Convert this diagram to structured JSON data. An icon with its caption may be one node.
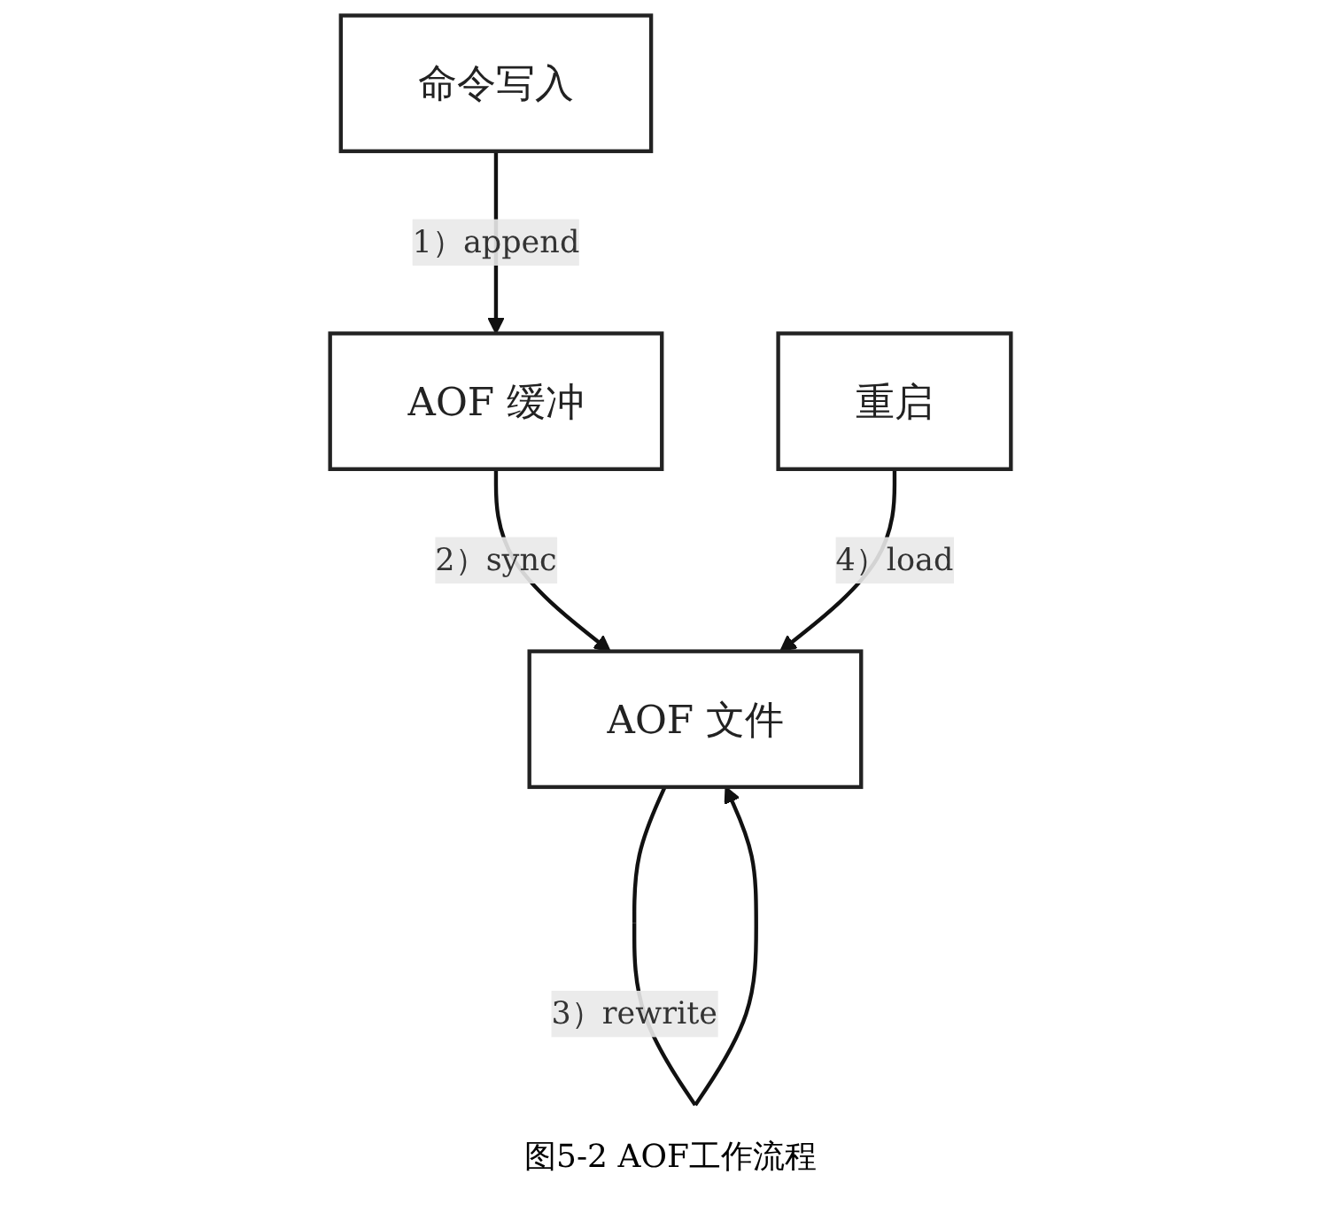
{
  "diagram": {
    "caption": "图5-2 AOF工作流程",
    "nodes": [
      {
        "text": [
          "命令写入"
        ]
      },
      {
        "text": [
          "AOF 缓冲"
        ]
      },
      {
        "text": [
          "AOF 文件"
        ]
      },
      {
        "text": [
          "重启"
        ]
      }
    ],
    "edges": [
      {
        "from": 0,
        "to": 1,
        "arrow": "to",
        "label": "1）append"
      },
      {
        "from": 1,
        "to": 2,
        "arrow": "to",
        "label": "2）sync"
      },
      {
        "from": 2,
        "to": 2,
        "arrow": "to",
        "label": "3）rewrite"
      },
      {
        "from": 3,
        "to": 2,
        "arrow": "to",
        "label": "4）load"
      }
    ]
  }
}
